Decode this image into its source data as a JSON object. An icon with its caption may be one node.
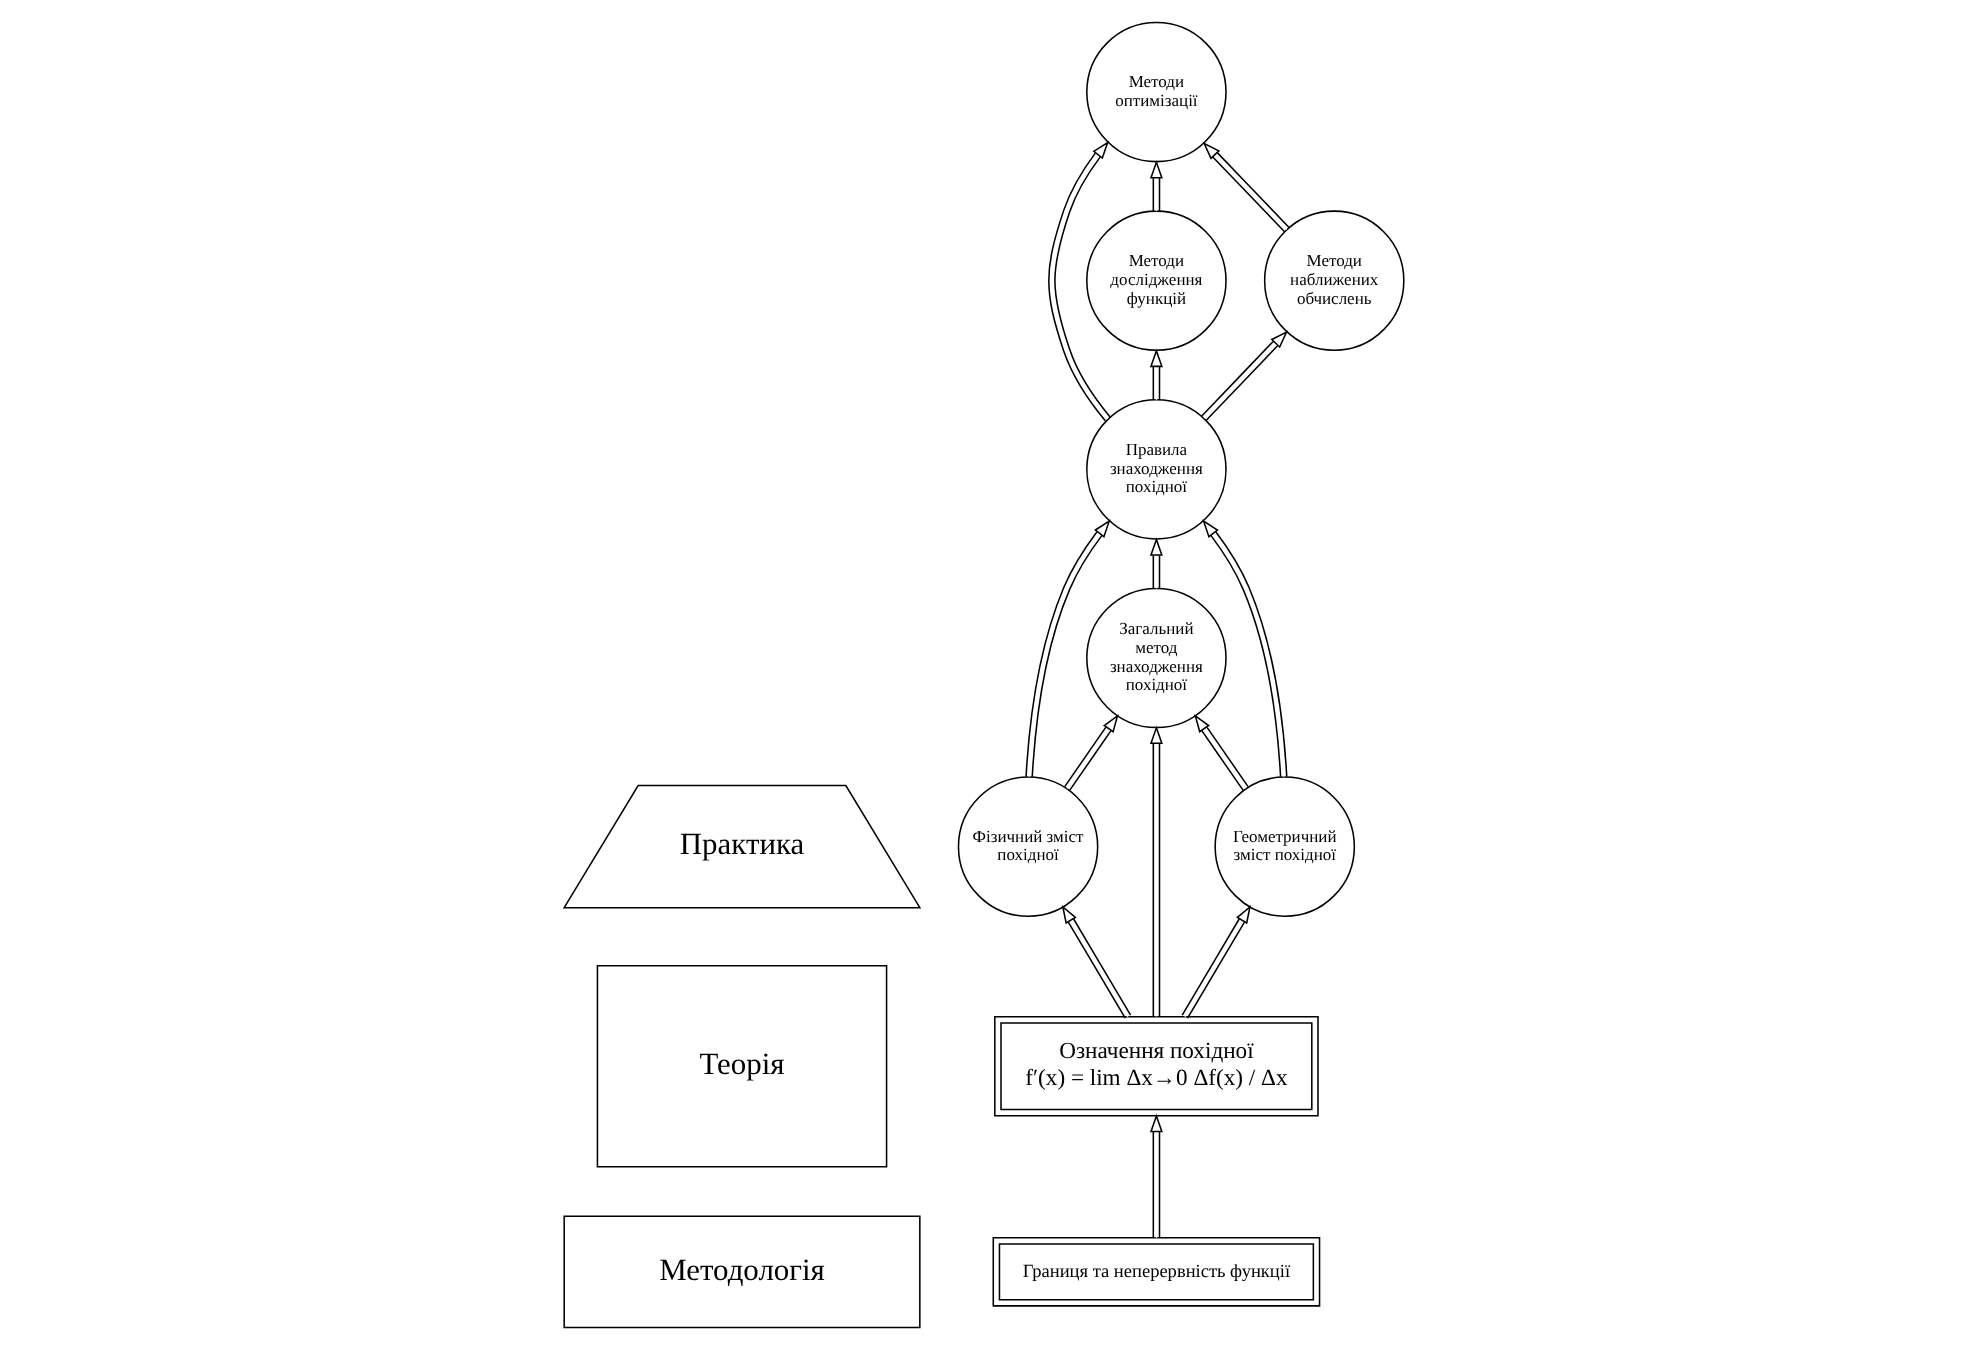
{
  "diagram": {
    "nodes": [
      {
        "text": [
          "Практика"
        ]
      },
      {
        "text": [
          "Теорія"
        ]
      },
      {
        "text": [
          "Методологія"
        ]
      },
      {
        "text": [
          "Методи оптимізації"
        ]
      },
      {
        "text": [
          "Методи дослідження функцій"
        ]
      },
      {
        "text": [
          "Методи наближених обчислень"
        ]
      },
      {
        "text": [
          "Правила знаходження похідної"
        ]
      },
      {
        "text": [
          "Фізичний зміст похідної"
        ]
      },
      {
        "text": [
          "Загальний метод знаходження похідної"
        ]
      },
      {
        "text": [
          "Геометричний зміст похідної"
        ]
      },
      {
        "text": [
          "Означення похідної",
          "f′(x) = lim Δx→0 Δf(x) / Δx"
        ]
      },
      {
        "text": [
          "Границя та неперервність функції"
        ]
      }
    ],
    "edges": [
      {
        "from": 11,
        "to": 10,
        "arrow": "to"
      },
      {
        "from": 10,
        "to": 7,
        "arrow": "to"
      },
      {
        "from": 10,
        "to": 8,
        "arrow": "to"
      },
      {
        "from": 10,
        "to": 9,
        "arrow": "to"
      },
      {
        "from": 7,
        "to": 8,
        "arrow": "to"
      },
      {
        "from": 9,
        "to": 8,
        "arrow": "to"
      },
      {
        "from": 7,
        "to": 6,
        "arrow": "to"
      },
      {
        "from": 8,
        "to": 6,
        "arrow": "to"
      },
      {
        "from": 9,
        "to": 6,
        "arrow": "to"
      },
      {
        "from": 6,
        "to": 4,
        "arrow": "to"
      },
      {
        "from": 6,
        "to": 3,
        "arrow": "to"
      },
      {
        "from": 6,
        "to": 5,
        "arrow": "to"
      },
      {
        "from": 4,
        "to": 3,
        "arrow": "to"
      },
      {
        "from": 5,
        "to": 3,
        "arrow": "to"
      }
    ]
  }
}
